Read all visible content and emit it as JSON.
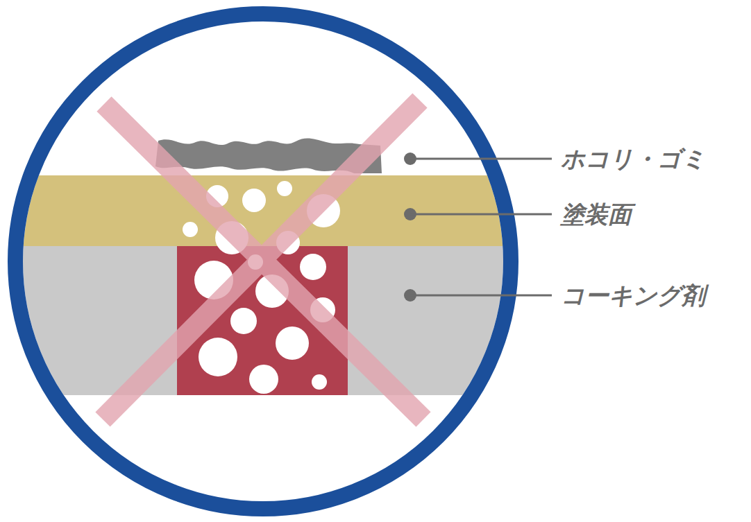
{
  "diagram": {
    "labels": [
      "ホコリ・ゴミ",
      "塗装面",
      "コーキング剤"
    ]
  }
}
